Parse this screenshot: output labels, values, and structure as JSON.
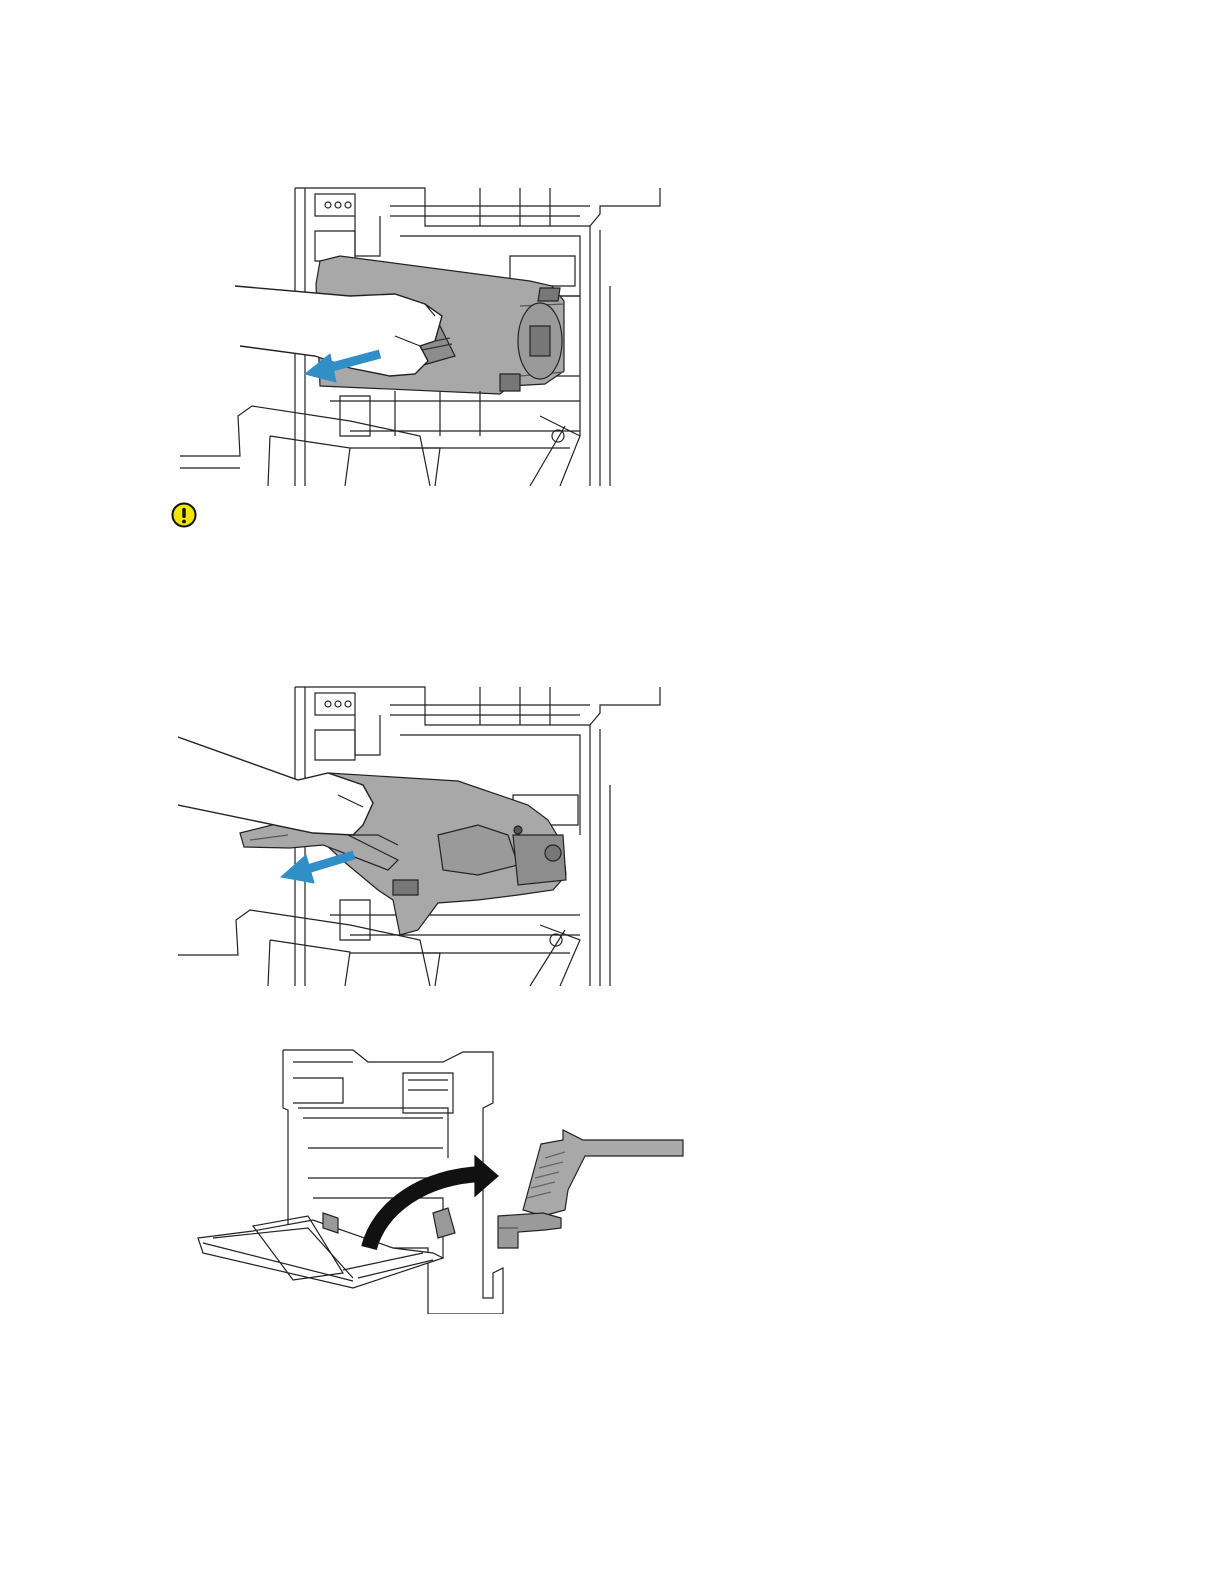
{
  "page": {
    "background": "#ffffff"
  },
  "figures": [
    {
      "name": "remove-toner-cartridge-illustration",
      "arrow": "pull-out-arrow"
    },
    {
      "name": "remove-drum-cartridge-illustration",
      "arrow": "pull-out-arrow"
    },
    {
      "name": "remove-waste-cartridge-illustration",
      "arrow": "curved-rotate-arrow"
    }
  ],
  "icons": {
    "caution": "caution-icon"
  },
  "colors": {
    "arrow_blue": "#2f8fc6",
    "caution_yellow": "#f3e600",
    "part_gray": "#a8a8a8",
    "line": "#222222",
    "curved_arrow": "#111111"
  }
}
